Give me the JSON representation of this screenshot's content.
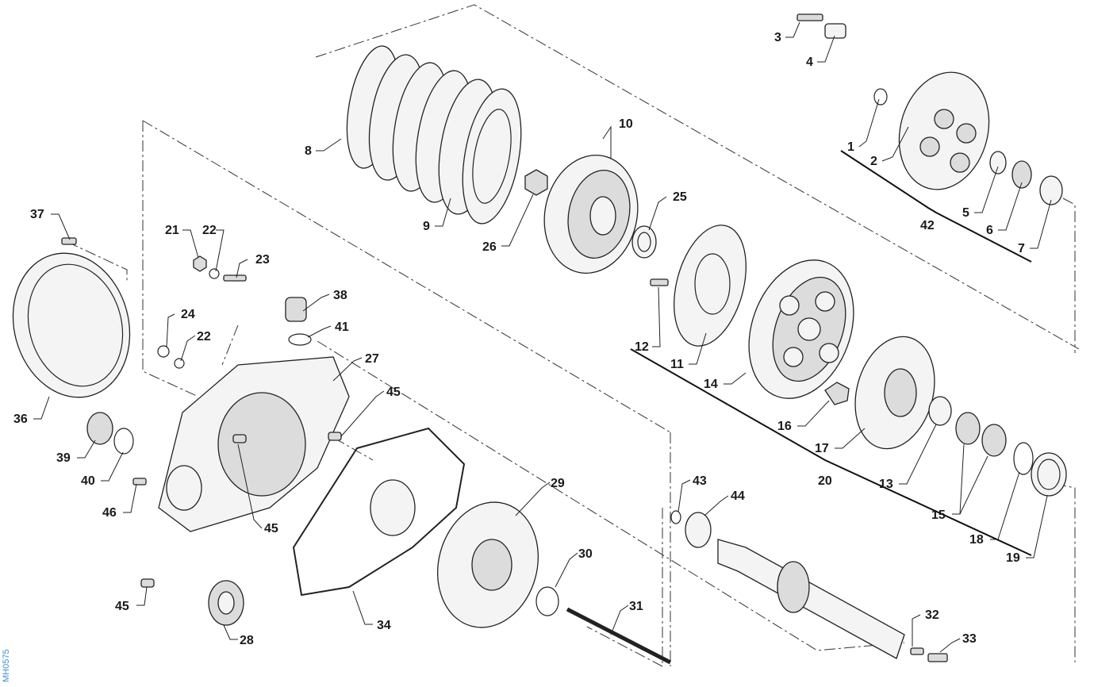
{
  "diagram": {
    "drawing_code": "MH0575",
    "callouts": [
      "1",
      "2",
      "3",
      "4",
      "5",
      "6",
      "7",
      "8",
      "9",
      "10",
      "11",
      "12",
      "13",
      "14",
      "15",
      "16",
      "17",
      "18",
      "19",
      "20",
      "21",
      "22",
      "22",
      "23",
      "24",
      "25",
      "26",
      "27",
      "28",
      "29",
      "30",
      "31",
      "32",
      "33",
      "34",
      "35",
      "36",
      "37",
      "38",
      "39",
      "40",
      "41",
      "42",
      "43",
      "44",
      "45",
      "45",
      "45",
      "46"
    ]
  }
}
